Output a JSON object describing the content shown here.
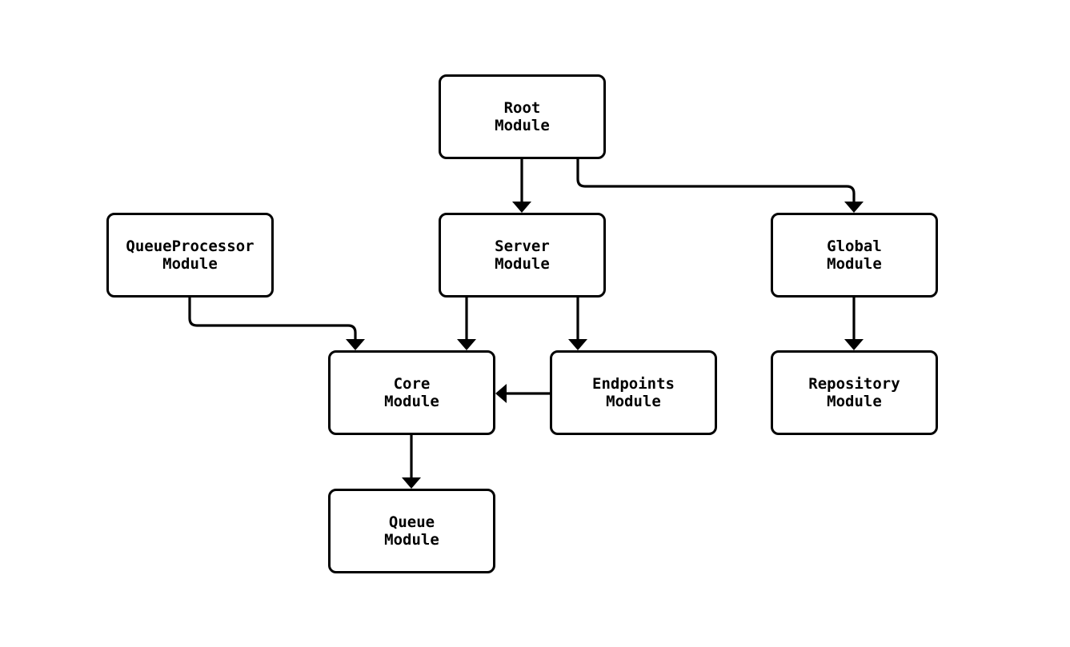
{
  "diagram": {
    "type": "flowchart",
    "nodes": [
      {
        "id": "root",
        "label": "Root\nModule"
      },
      {
        "id": "queueprocessor",
        "label": "QueueProcessor\nModule"
      },
      {
        "id": "server",
        "label": "Server\nModule"
      },
      {
        "id": "global",
        "label": "Global\nModule"
      },
      {
        "id": "core",
        "label": "Core\nModule"
      },
      {
        "id": "endpoints",
        "label": "Endpoints\nModule"
      },
      {
        "id": "repository",
        "label": "Repository\nModule"
      },
      {
        "id": "queue",
        "label": "Queue\nModule"
      }
    ],
    "edges": [
      {
        "from": "root",
        "to": "server"
      },
      {
        "from": "root",
        "to": "global"
      },
      {
        "from": "queueprocessor",
        "to": "core"
      },
      {
        "from": "server",
        "to": "core"
      },
      {
        "from": "server",
        "to": "endpoints"
      },
      {
        "from": "endpoints",
        "to": "core"
      },
      {
        "from": "global",
        "to": "repository"
      },
      {
        "from": "core",
        "to": "queue"
      }
    ],
    "colors": {
      "background": "#ffffff",
      "node_fill": "#ffffff",
      "node_border": "#000000",
      "edge": "#000000",
      "text": "#000000"
    }
  }
}
